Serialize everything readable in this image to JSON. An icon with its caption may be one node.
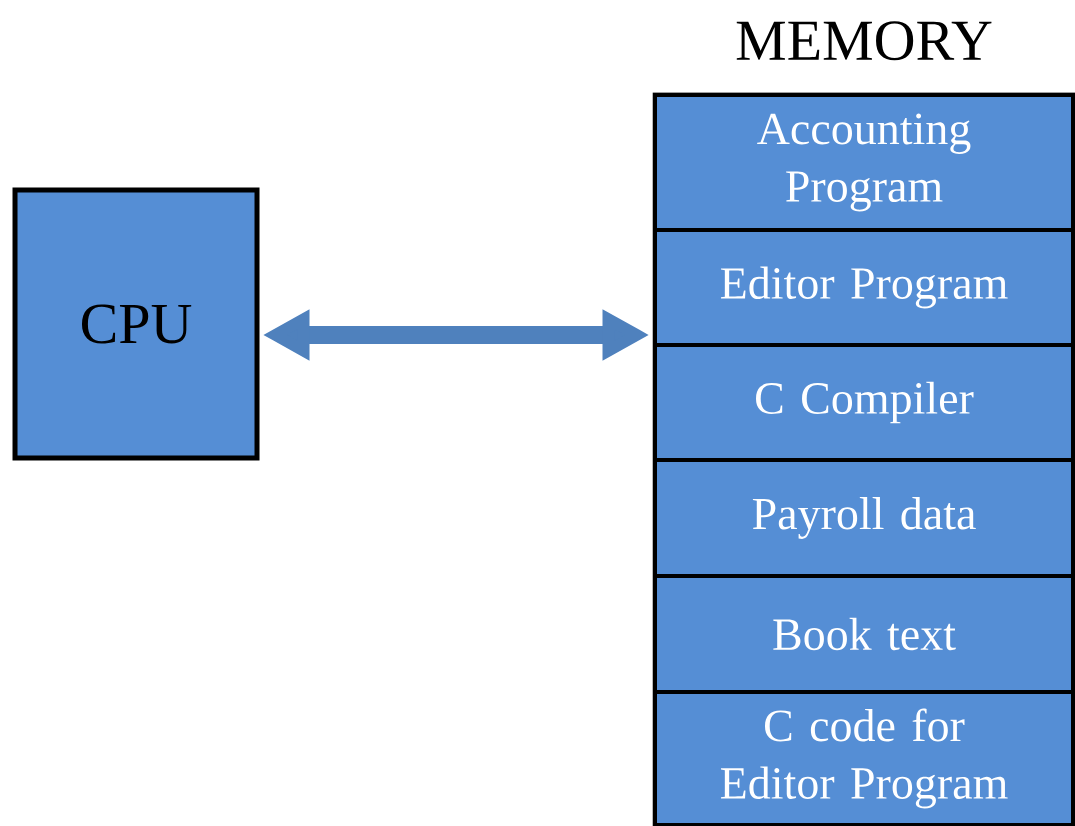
{
  "diagram": {
    "nodes": [
      {
        "text": [
          "CPU"
        ]
      },
      {
        "text": [
          "MEMORY"
        ]
      },
      {
        "text": [
          "Accounting Program"
        ],
        "in": 1
      },
      {
        "text": [
          "Editor Program"
        ],
        "in": 1
      },
      {
        "text": [
          "C Compiler"
        ],
        "in": 1
      },
      {
        "text": [
          "Payroll data"
        ],
        "in": 1
      },
      {
        "text": [
          "Book text"
        ],
        "in": 1
      },
      {
        "text": [
          "C code for Editor Program"
        ],
        "in": 1
      }
    ],
    "edges": [
      {
        "from": 0,
        "to": 1,
        "arrow": "both"
      }
    ]
  }
}
